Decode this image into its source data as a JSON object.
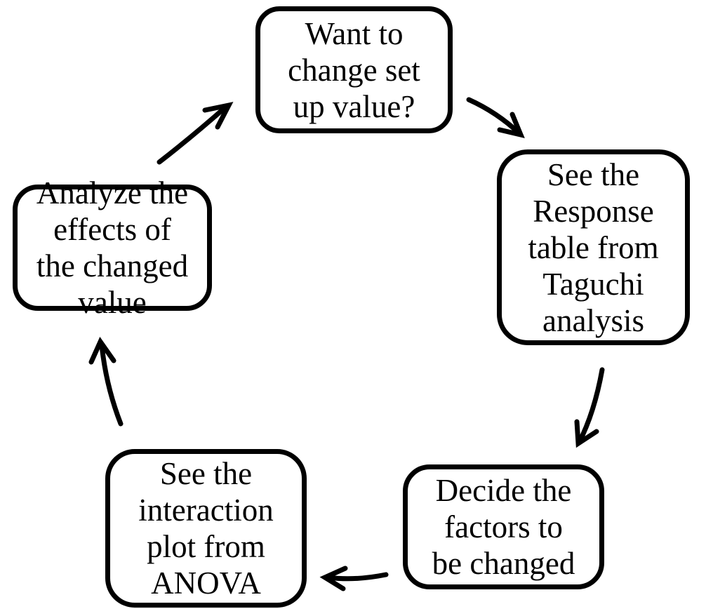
{
  "diagram": {
    "background_color": "#ffffff",
    "stroke_color": "#000000",
    "nodes": [
      {
        "id": "want-to-change",
        "text": "Want to\nchange set\nup value?"
      },
      {
        "id": "see-response-table",
        "text": "See the\nResponse\ntable from\nTaguchi\nanalysis"
      },
      {
        "id": "decide-factors",
        "text": "Decide the\nfactors to\nbe changed"
      },
      {
        "id": "see-interaction-plot",
        "text": "See the\ninteraction\nplot from\nANOVA"
      },
      {
        "id": "analyze-effects",
        "text": "Analyze the\neffects of\nthe changed\nvalue"
      }
    ],
    "arrows": [
      {
        "from": "want-to-change",
        "to": "see-response-table"
      },
      {
        "from": "see-response-table",
        "to": "decide-factors"
      },
      {
        "from": "decide-factors",
        "to": "see-interaction-plot"
      },
      {
        "from": "see-interaction-plot",
        "to": "analyze-effects"
      },
      {
        "from": "analyze-effects",
        "to": "want-to-change"
      }
    ]
  }
}
